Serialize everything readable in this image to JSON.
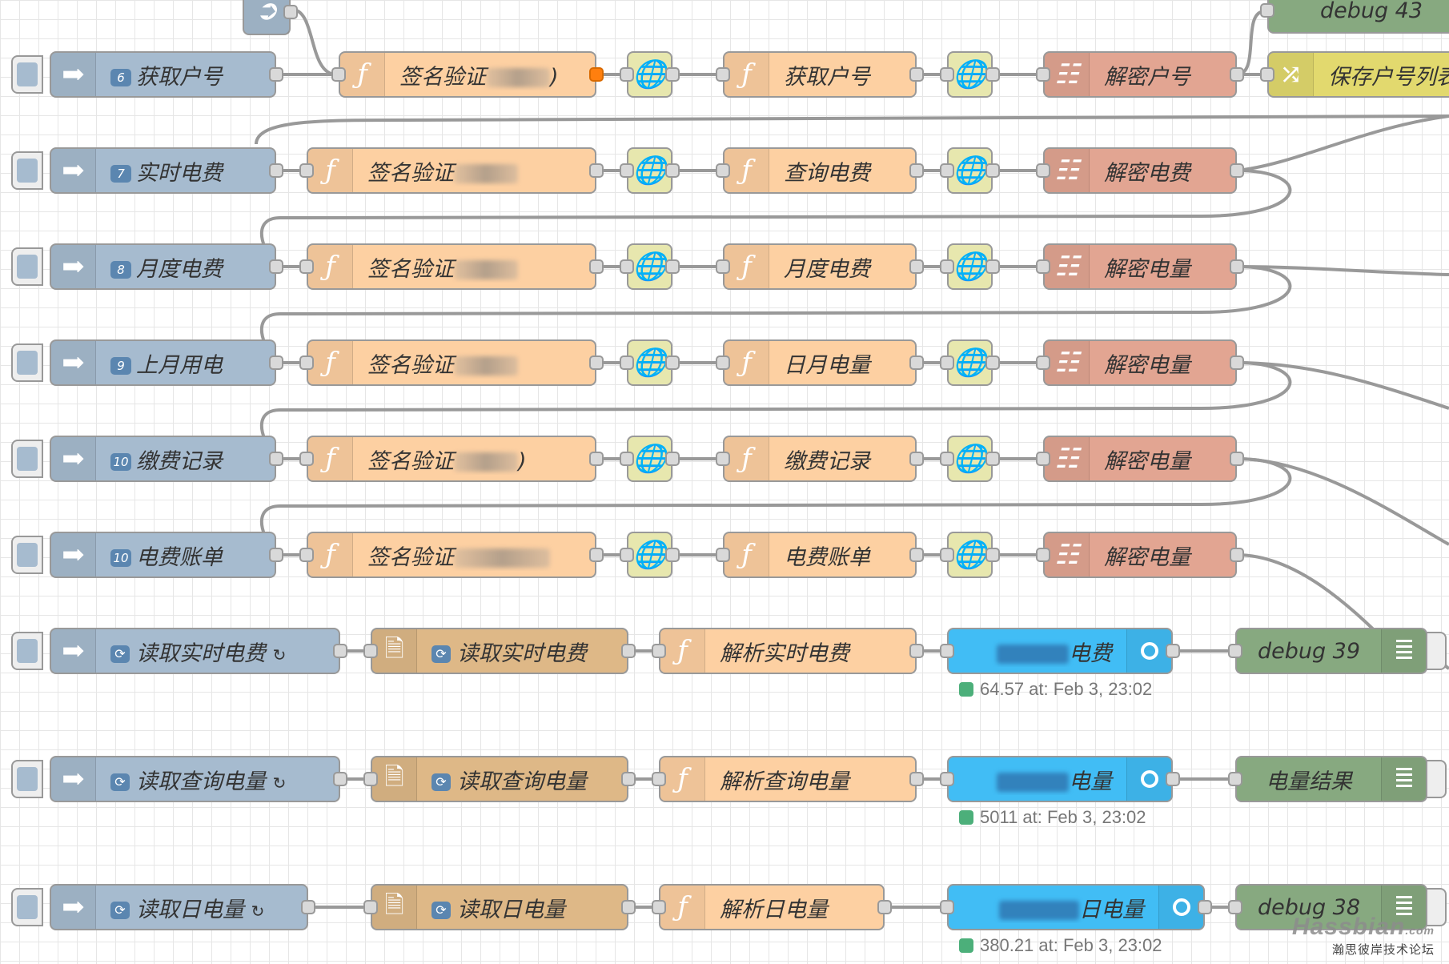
{
  "colors": {
    "inject": "#a6bbcf",
    "function": "#fdd0a2",
    "http": "#e7e7ae",
    "decrypt": "#e2a592",
    "change": "#e2d96e",
    "debug": "#87a980",
    "file_read": "#deb887",
    "ha_entity": "#41bdf5",
    "wire": "#999999",
    "status_ok": "#4caf7a",
    "error_port": "#ff7f0e"
  },
  "flows": [
    {
      "inject": {
        "badge": "6",
        "label": "获取户号"
      },
      "sign": {
        "label": "签名验证",
        "masked_suffix": ")"
      },
      "request": {
        "label": "获取户号"
      },
      "decrypt": {
        "label": "解密户号"
      },
      "change": {
        "label": "保存户号列表"
      },
      "debug": {
        "label": "debug 43"
      }
    },
    {
      "inject": {
        "badge": "7",
        "label": "实时电费"
      },
      "sign": {
        "label": "签名验证"
      },
      "request": {
        "label": "查询电费"
      },
      "decrypt": {
        "label": "解密电费"
      }
    },
    {
      "inject": {
        "badge": "8",
        "label": "月度电费"
      },
      "sign": {
        "label": "签名验证"
      },
      "request": {
        "label": "月度电费"
      },
      "decrypt": {
        "label": "解密电量"
      }
    },
    {
      "inject": {
        "badge": "9",
        "label": "上月用电"
      },
      "sign": {
        "label": "签名验证"
      },
      "request": {
        "label": "日月电量"
      },
      "decrypt": {
        "label": "解密电量"
      }
    },
    {
      "inject": {
        "badge": "10",
        "label": "缴费记录"
      },
      "sign": {
        "label": "签名验证",
        "masked_suffix": ")"
      },
      "request": {
        "label": "缴费记录"
      },
      "decrypt": {
        "label": "解密电量"
      }
    },
    {
      "inject": {
        "badge": "10",
        "label": "电费账单"
      },
      "sign": {
        "label": "签名验证"
      },
      "request": {
        "label": "电费账单"
      },
      "decrypt": {
        "label": "解密电量"
      }
    }
  ],
  "readers": [
    {
      "inject": {
        "label": "读取实时电费"
      },
      "file": {
        "label": "读取实时电费"
      },
      "parse": {
        "label": "解析实时电费"
      },
      "entity": {
        "label_visible": "电费"
      },
      "status": "64.57 at: Feb 3, 23:02",
      "debug": {
        "label": "debug 39"
      }
    },
    {
      "inject": {
        "label": "读取查询电量"
      },
      "file": {
        "label": "读取查询电量"
      },
      "parse": {
        "label": "解析查询电量"
      },
      "entity": {
        "label_visible": "电量"
      },
      "status": "5011 at: Feb 3, 23:02",
      "debug": {
        "label": "电量结果"
      }
    },
    {
      "inject": {
        "label": "读取日电量"
      },
      "file": {
        "label": "读取日电量"
      },
      "parse": {
        "label": "解析日电量"
      },
      "entity": {
        "label_visible": "日电量"
      },
      "status": "380.21 at: Feb 3, 23:02",
      "debug": {
        "label": "debug 38"
      }
    }
  ],
  "icons": {
    "inject": "arrow-right-icon",
    "function": "function-icon",
    "http": "globe-icon",
    "decrypt": "decrypt-icon",
    "change": "shuffle-icon",
    "debug": "list-icon",
    "file": "file-icon",
    "refresh": "refresh-icon",
    "repeat": "repeat-icon",
    "ha": "ha-entity-icon"
  },
  "watermark": {
    "brand": "Hassbian",
    "tld": ".com",
    "sub": "瀚思彼岸技术论坛"
  }
}
